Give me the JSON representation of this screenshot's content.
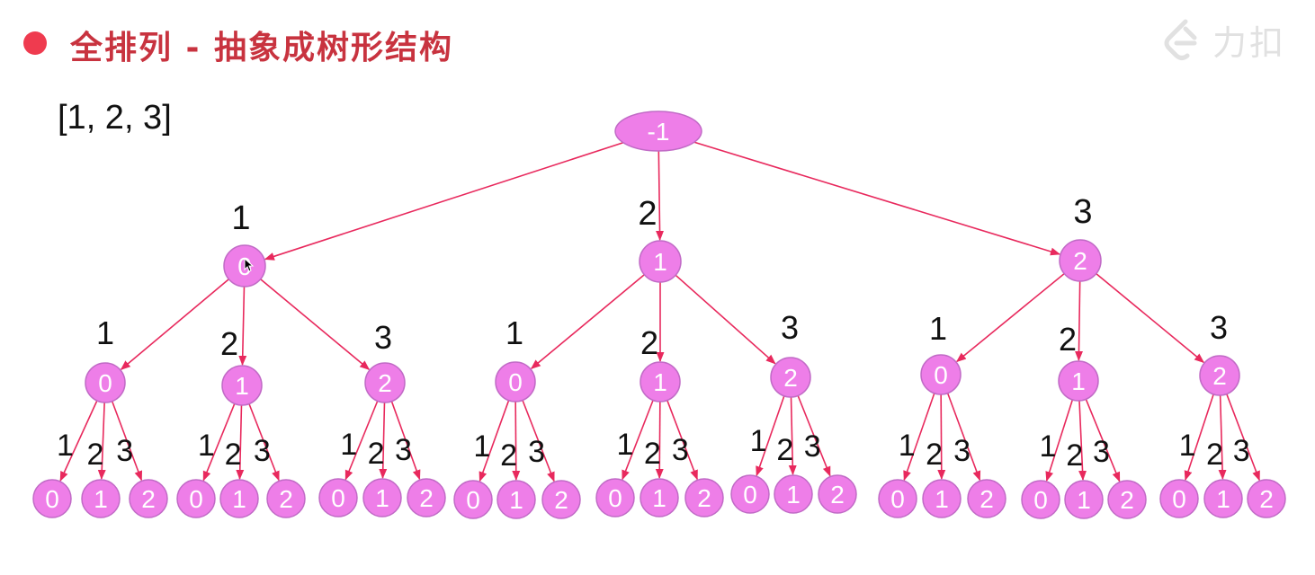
{
  "header": {
    "title": "全排列 - 抽象成树形结构",
    "brand": "力扣",
    "bullet_color": "#ef3b4f",
    "title_color": "#c8333f"
  },
  "input_array": "[1, 2, 3]",
  "tree": {
    "node_fill": "#ee7ee8",
    "node_stroke": "#c16bc6",
    "node_text_color": "#ffffff",
    "edge_color": "#e8295d",
    "label_color": "#111111",
    "root": {
      "value": "-1"
    },
    "level1": [
      {
        "edge_label": "1",
        "value": "0"
      },
      {
        "edge_label": "2",
        "value": "1"
      },
      {
        "edge_label": "3",
        "value": "2"
      }
    ],
    "level2": {
      "edge_labels": [
        "1",
        "2",
        "3"
      ],
      "values": [
        "0",
        "1",
        "2"
      ]
    },
    "level3": {
      "edge_labels": [
        "1",
        "2",
        "3"
      ],
      "values": [
        "0",
        "1",
        "2"
      ]
    }
  }
}
